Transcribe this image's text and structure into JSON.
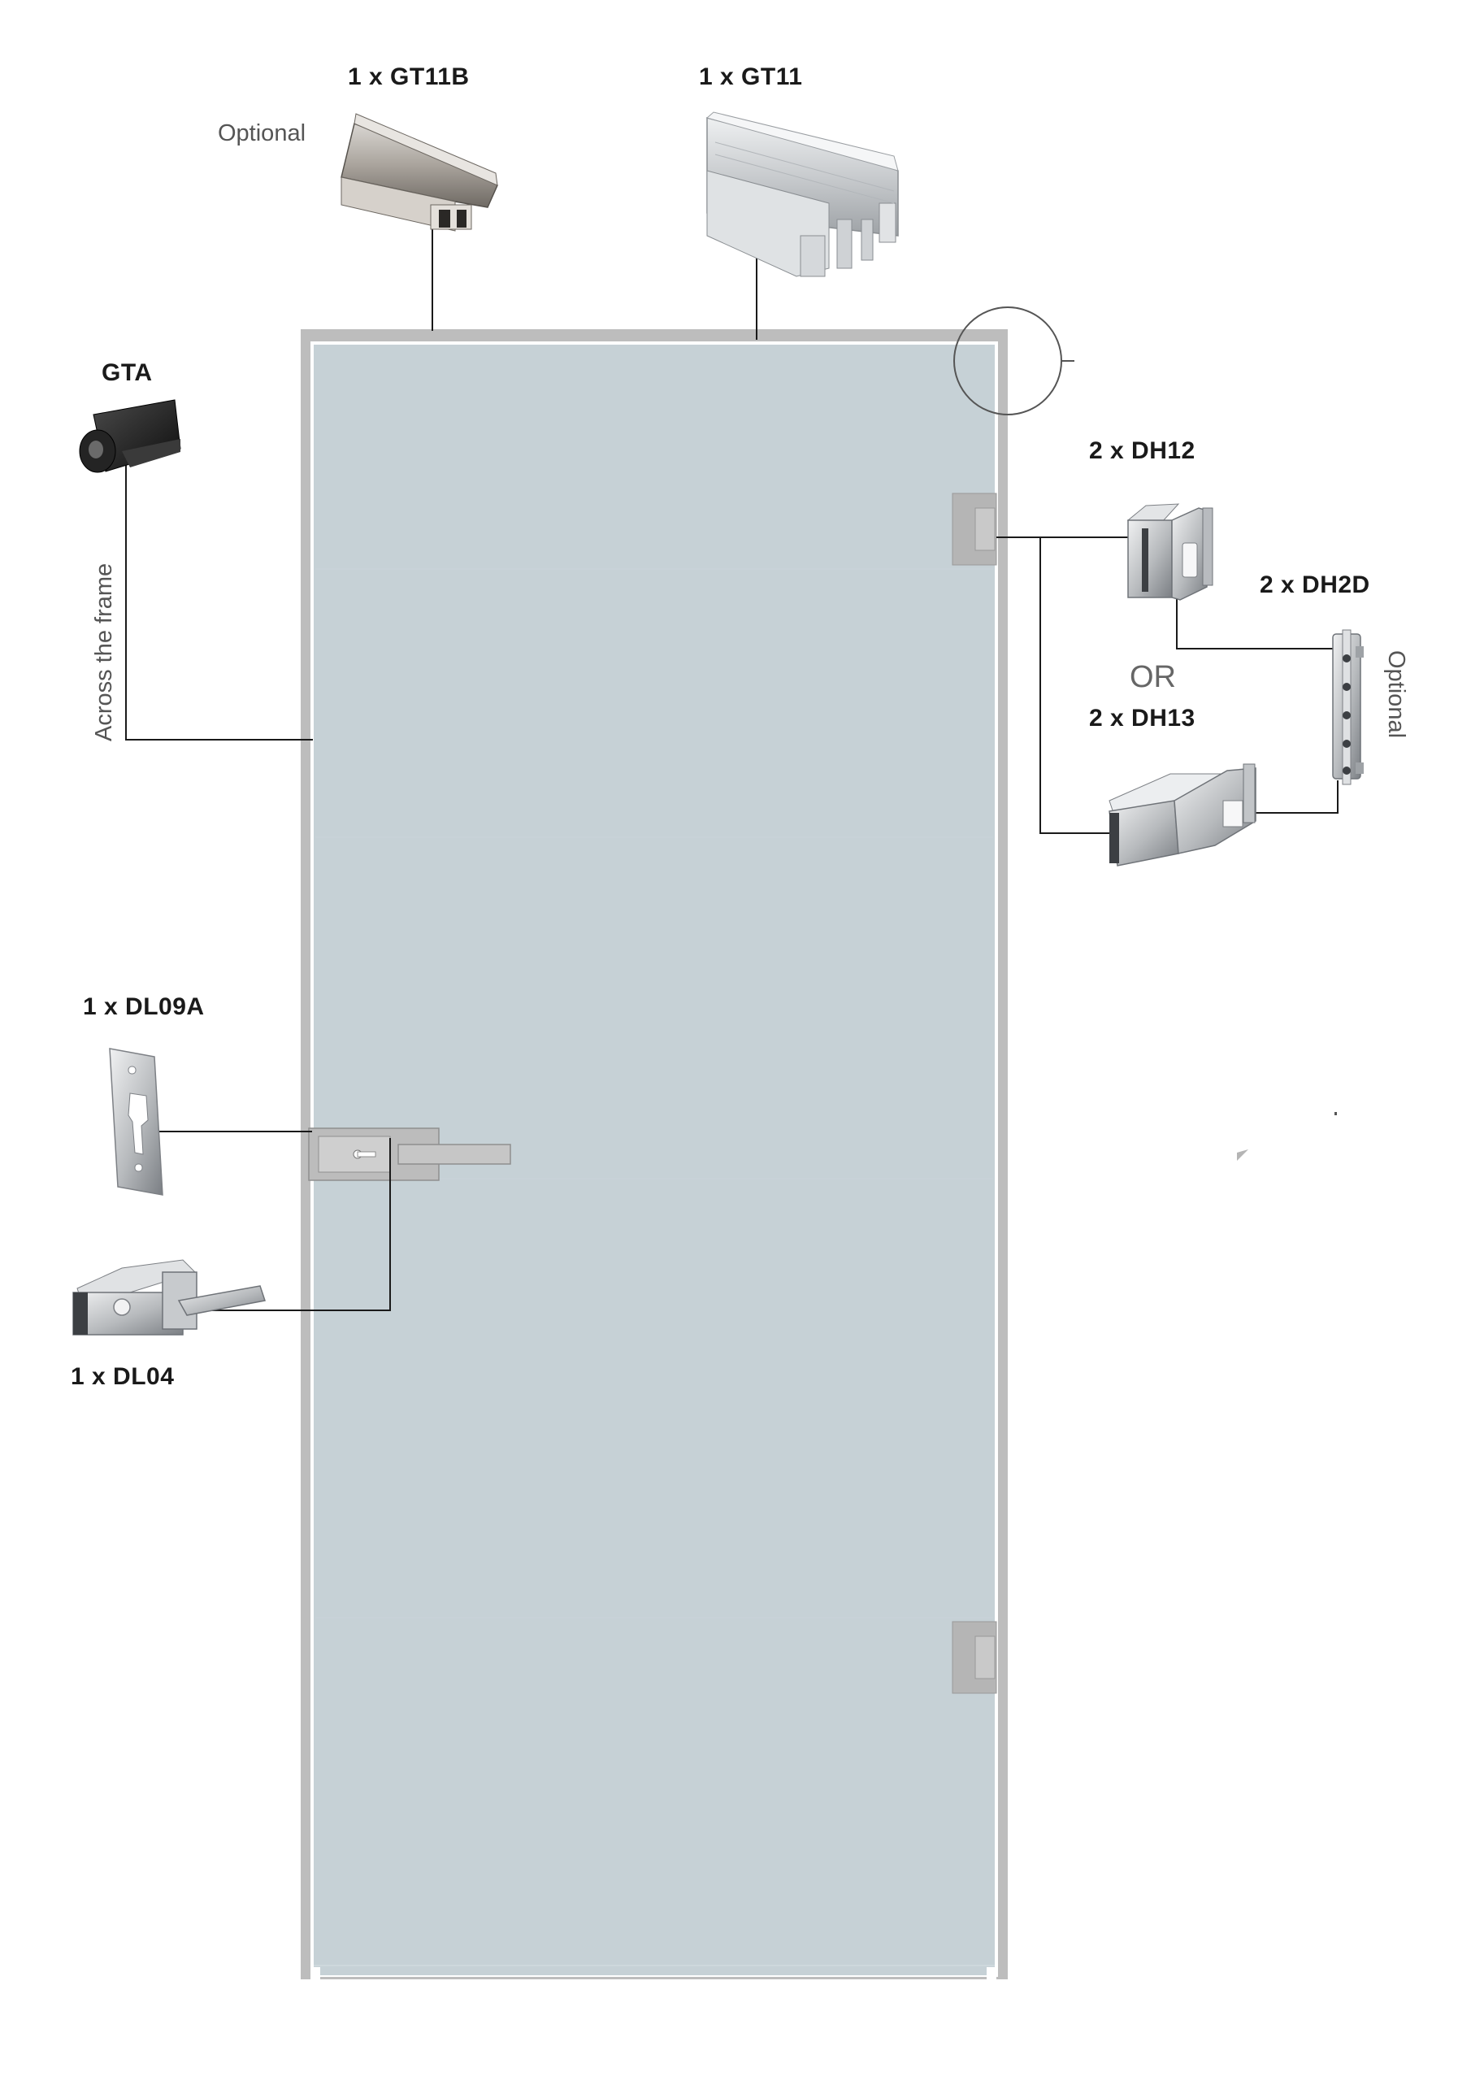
{
  "labels": {
    "gt11b": "1 x GT11B",
    "gt11": "1 x GT11",
    "gt11b_optional": "Optional",
    "gta": "GTA",
    "across_frame": "Across the frame",
    "dh12": "2 x DH12",
    "dh2d": "2 x DH2D",
    "or": "OR",
    "dh13": "2 x DH13",
    "dh2d_optional": "Optional",
    "dl09a": "1 x DL09A",
    "dl04": "1 x DL04"
  },
  "colors": {
    "glass": "#c6d1d6",
    "frame": "#bdbdbd",
    "frame_edge": "#9e9e9e",
    "fitting": "#b5b5b5",
    "line": "#1a1a1a",
    "metal_light": "#e2e4e6",
    "metal_mid": "#b9bcc0",
    "metal_dark": "#7d8085",
    "seal": "#1c1c1c"
  },
  "icons": [
    "gt11b-profile-icon",
    "gt11-profile-icon",
    "gta-seal-icon",
    "dh12-hinge-icon",
    "dh13-hinge-icon",
    "dh2d-plate-icon",
    "dl09a-strike-plate-icon",
    "dl04-handle-icon"
  ]
}
